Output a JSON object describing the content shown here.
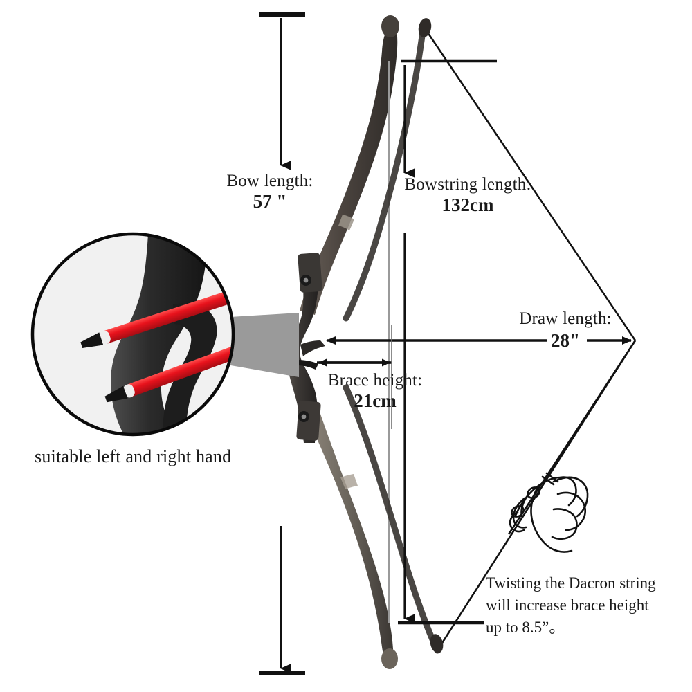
{
  "diagram": {
    "title": "Recurve bow specification diagram",
    "measurements": [
      {
        "id": "bow_length",
        "label": "Bow length:",
        "value": "57  \"",
        "unit_system": "inch"
      },
      {
        "id": "bowstring_length",
        "label": "Bowstring length:",
        "value": "132cm",
        "unit_system": "cm"
      },
      {
        "id": "draw_length",
        "label": "Draw length:",
        "value": "28\"",
        "unit_system": "inch"
      },
      {
        "id": "brace_height",
        "label": "Brace height:",
        "value": "21cm",
        "unit_system": "cm"
      }
    ],
    "inset": {
      "caption": "suitable left and right hand",
      "icon": "magnifier-circle",
      "contents": "black bow riser with two red arrow rest pins"
    },
    "note": {
      "line1": "Twisting the Dacron string",
      "line2": "will increase brace height",
      "line3": "up to 8.5”。"
    },
    "hand": {
      "icon": "hand-drawing-string-icon"
    },
    "colors": {
      "line": "#111111",
      "limb_dark": "#4a433e",
      "limb_light": "#8d867c",
      "riser": "#3a3734",
      "accent_red": "#e8121c",
      "cone_gray": "#9a9a9a",
      "background": "#ffffff"
    }
  }
}
